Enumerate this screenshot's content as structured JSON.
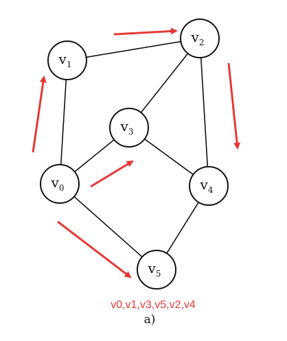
{
  "nodes": [
    {
      "id": "v0",
      "base": "v",
      "sub": "0"
    },
    {
      "id": "v1",
      "base": "v",
      "sub": "1"
    },
    {
      "id": "v2",
      "base": "v",
      "sub": "2"
    },
    {
      "id": "v3",
      "base": "v",
      "sub": "3"
    },
    {
      "id": "v4",
      "base": "v",
      "sub": "4"
    },
    {
      "id": "v5",
      "base": "v",
      "sub": "5"
    }
  ],
  "edges": [
    [
      "v0",
      "v1"
    ],
    [
      "v1",
      "v2"
    ],
    [
      "v0",
      "v3"
    ],
    [
      "v2",
      "v3"
    ],
    [
      "v2",
      "v4"
    ],
    [
      "v3",
      "v4"
    ],
    [
      "v0",
      "v5"
    ],
    [
      "v4",
      "v5"
    ]
  ],
  "traversal_order": "v0,v1,v3,v5,v2,v4",
  "caption": "a)",
  "colors": {
    "arrow": "#e53935",
    "order_text": "#e53935",
    "node_stroke": "#111111",
    "edge": "#111111"
  }
}
